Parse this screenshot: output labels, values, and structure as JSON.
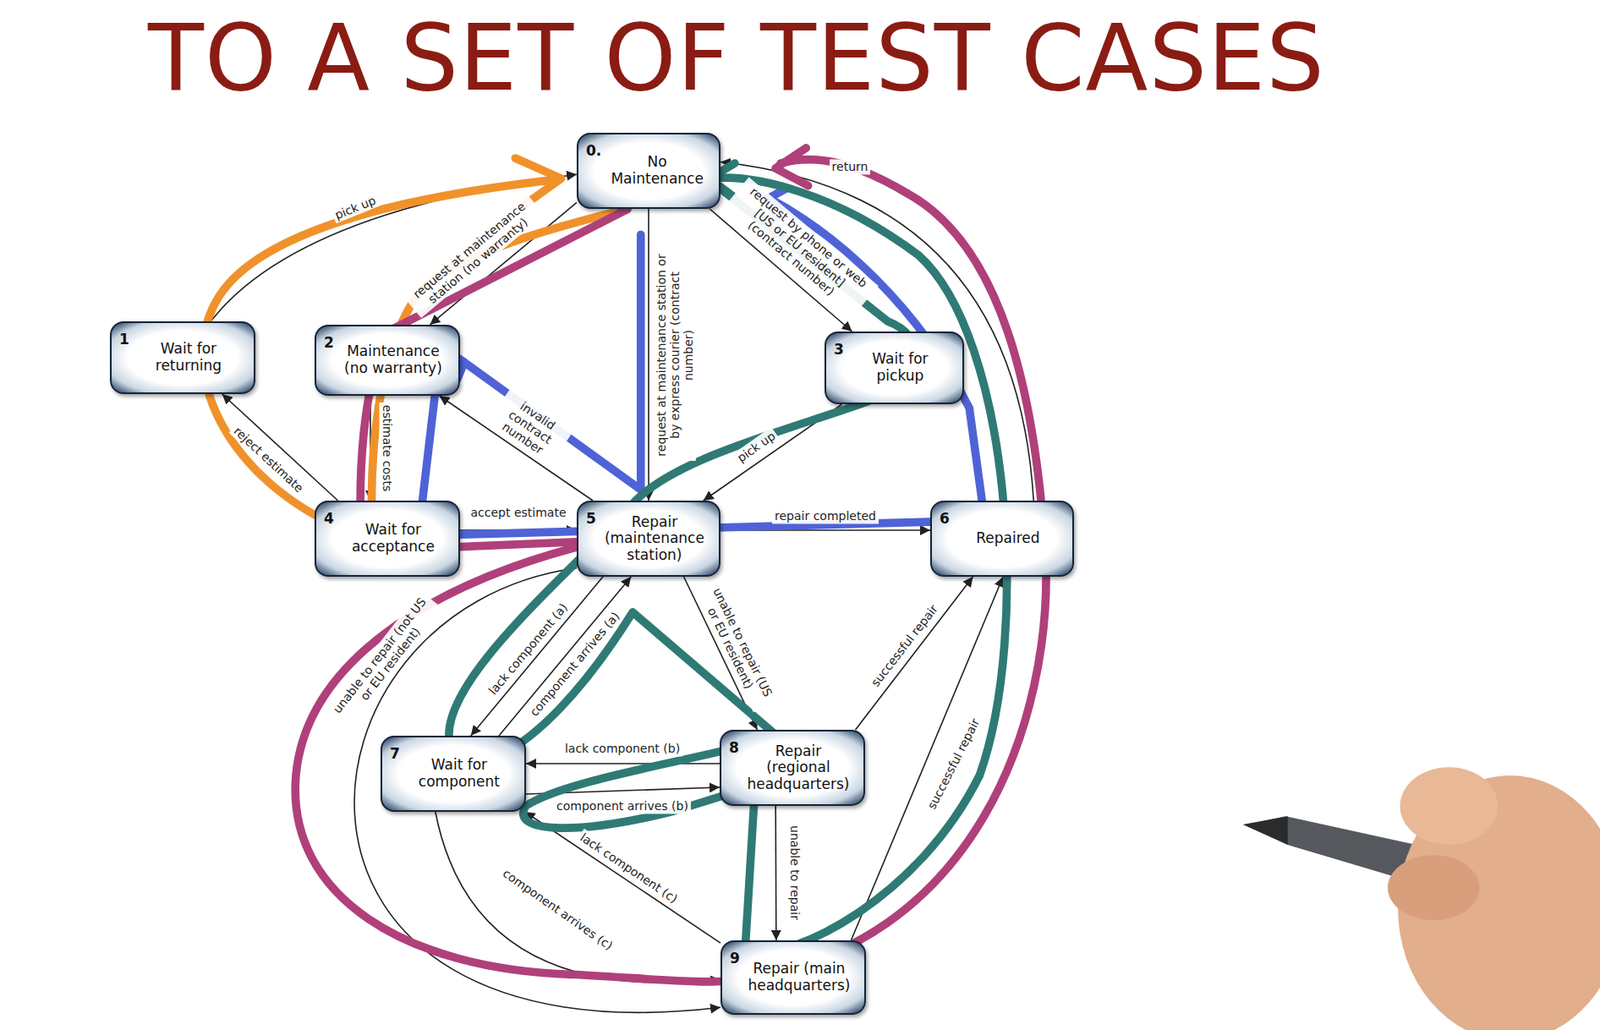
{
  "diagram": {
    "title": "TO A SET OF TEST CASES",
    "nodes": [
      {
        "text": [
          "0.",
          "No Maintenance"
        ]
      },
      {
        "text": [
          "1",
          "Wait for returning"
        ]
      },
      {
        "text": [
          "2",
          "Maintenance (no warranty)"
        ]
      },
      {
        "text": [
          "3",
          "Wait for pickup"
        ]
      },
      {
        "text": [
          "4",
          "Wait for acceptance"
        ]
      },
      {
        "text": [
          "5",
          "Repair (maintenance station)"
        ]
      },
      {
        "text": [
          "6",
          "Repaired"
        ]
      },
      {
        "text": [
          "7",
          "Wait for component"
        ]
      },
      {
        "text": [
          "8",
          "Repair (regional headquarters)"
        ]
      },
      {
        "text": [
          "9",
          "Repair (main headquarters)"
        ]
      }
    ],
    "edges": [
      {
        "from": 0,
        "to": 2,
        "label": "request at maintenance station (no warranty)",
        "arrow": "to"
      },
      {
        "from": 1,
        "to": 0,
        "label": "pick up",
        "arrow": "to"
      },
      {
        "from": 4,
        "to": 1,
        "label": "reject estimate",
        "arrow": "to"
      },
      {
        "from": 2,
        "to": 4,
        "label": "estimate costs",
        "arrow": "to"
      },
      {
        "from": 4,
        "to": 5,
        "label": "accept estimate",
        "arrow": "to"
      },
      {
        "from": 0,
        "to": 5,
        "label": "request at maintenance station or by express courier (contract number)",
        "arrow": "to"
      },
      {
        "from": 0,
        "to": 3,
        "label": "request by phone or web [US or EU resident] (contract number)",
        "arrow": "to"
      },
      {
        "from": 3,
        "to": 5,
        "label": "pick up",
        "arrow": "to"
      },
      {
        "from": 5,
        "to": 2,
        "label": "invalid contract number",
        "arrow": "to"
      },
      {
        "from": 5,
        "to": 6,
        "label": "repair completed",
        "arrow": "to"
      },
      {
        "from": 6,
        "to": 0,
        "label": "return",
        "arrow": "to"
      },
      {
        "from": 5,
        "to": 7,
        "label": "lack component (a)",
        "arrow": "to"
      },
      {
        "from": 7,
        "to": 5,
        "label": "component arrives (a)",
        "arrow": "to"
      },
      {
        "from": 5,
        "to": 8,
        "label": "unable to repair (US or EU resident)",
        "arrow": "to"
      },
      {
        "from": 5,
        "to": 9,
        "label": "unable to repair (not US or EU resident)",
        "arrow": "to"
      },
      {
        "from": 8,
        "to": 7,
        "label": "lack component (b)",
        "arrow": "to"
      },
      {
        "from": 7,
        "to": 8,
        "label": "component arrives (b)",
        "arrow": "to"
      },
      {
        "from": 8,
        "to": 9,
        "label": "unable to repair",
        "arrow": "to"
      },
      {
        "from": 8,
        "to": 6,
        "label": "successful repair",
        "arrow": "to"
      },
      {
        "from": 9,
        "to": 6,
        "label": "successful repair",
        "arrow": "to"
      },
      {
        "from": 9,
        "to": 7,
        "label": "lack component (c)",
        "arrow": "to"
      },
      {
        "from": 7,
        "to": 9,
        "label": "component arrives (c)",
        "arrow": "to"
      }
    ]
  }
}
